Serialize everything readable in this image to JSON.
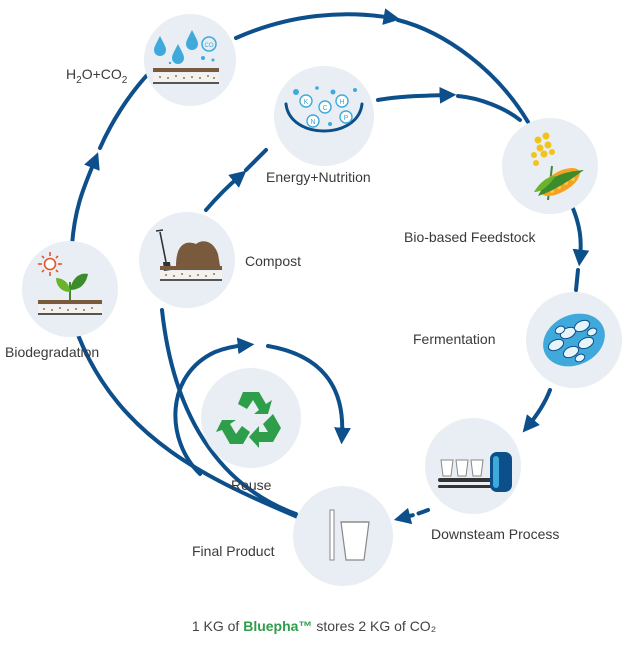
{
  "nodes": {
    "h2o_co2": {
      "label_main": "H",
      "label_sub1": "2",
      "label_mid": "O+CO",
      "label_sub2": "2"
    },
    "energy": {
      "label": "Energy+Nutrition",
      "bubble_letters": [
        "K",
        "C",
        "H",
        "N",
        "P"
      ]
    },
    "feedstock": {
      "label": "Bio-based Feedstock"
    },
    "fermentation": {
      "label": "Fermentation"
    },
    "downstream": {
      "label": "Downsteam  Process"
    },
    "final_product": {
      "label": "Final Product"
    },
    "reuse": {
      "label": "Reuse"
    },
    "compost": {
      "label": "Compost"
    },
    "biodegradation": {
      "label": "Biodegradation"
    },
    "co2_bubble": {
      "label": "CO"
    }
  },
  "footer": {
    "prefix": "1 KG of ",
    "brand": "Bluepha™",
    "suffix": " stores 2 KG of CO₂"
  },
  "colors": {
    "arrow": "#0d4f8b",
    "circle": "#e8eef3",
    "brand": "#2e9e4a",
    "water": "#3fa9dc",
    "soil": "#7a5a3c"
  }
}
